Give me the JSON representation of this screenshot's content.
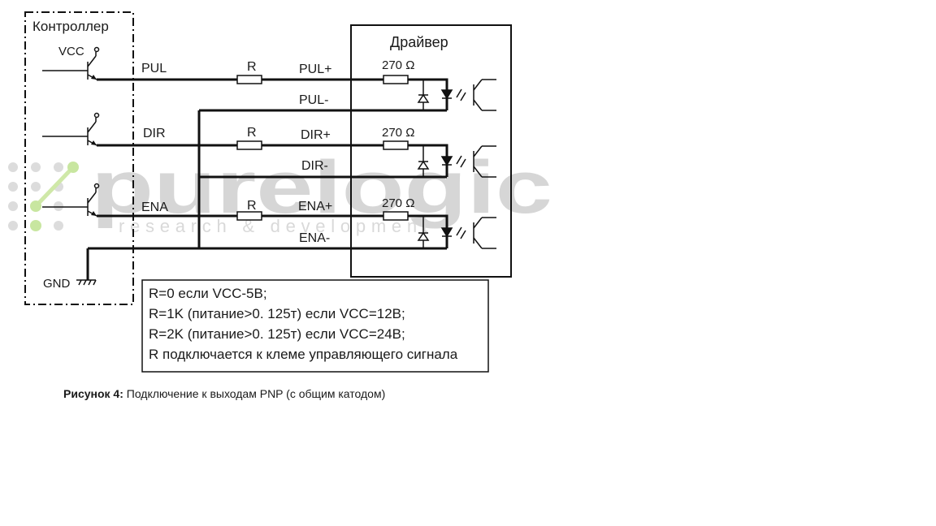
{
  "controller": {
    "title": "Контроллер",
    "vcc": "VCC",
    "gnd": "GND"
  },
  "driver": {
    "title": "Драйвер"
  },
  "signals": [
    {
      "out": "PUL",
      "resistor": "R",
      "plus": "PUL+",
      "minus": "PUL-",
      "inner_resistor": "270 Ω"
    },
    {
      "out": "DIR",
      "resistor": "R",
      "plus": "DIR+",
      "minus": "DIR-",
      "inner_resistor": "270 Ω"
    },
    {
      "out": "ENA",
      "resistor": "R",
      "plus": "ENA+",
      "minus": "ENA-",
      "inner_resistor": "270 Ω"
    }
  ],
  "notes": [
    "R=0 если VCC-5В;",
    "R=1K (питание>0. 125т) если VCC=12В;",
    "R=2K (питание>0. 125т) если VCC=24В;",
    "R подключается к клеме управляющего сигнала"
  ],
  "caption": {
    "prefix": "Рисунок 4:",
    "text": " Подключение к выходам PNP  (с общим катодом)"
  },
  "watermark": {
    "brand": "purelogic",
    "tagline": "research & development"
  },
  "colors": {
    "line": "#111111",
    "watermark": "#d6d6d6",
    "logo_green": "#c8e6a0"
  }
}
